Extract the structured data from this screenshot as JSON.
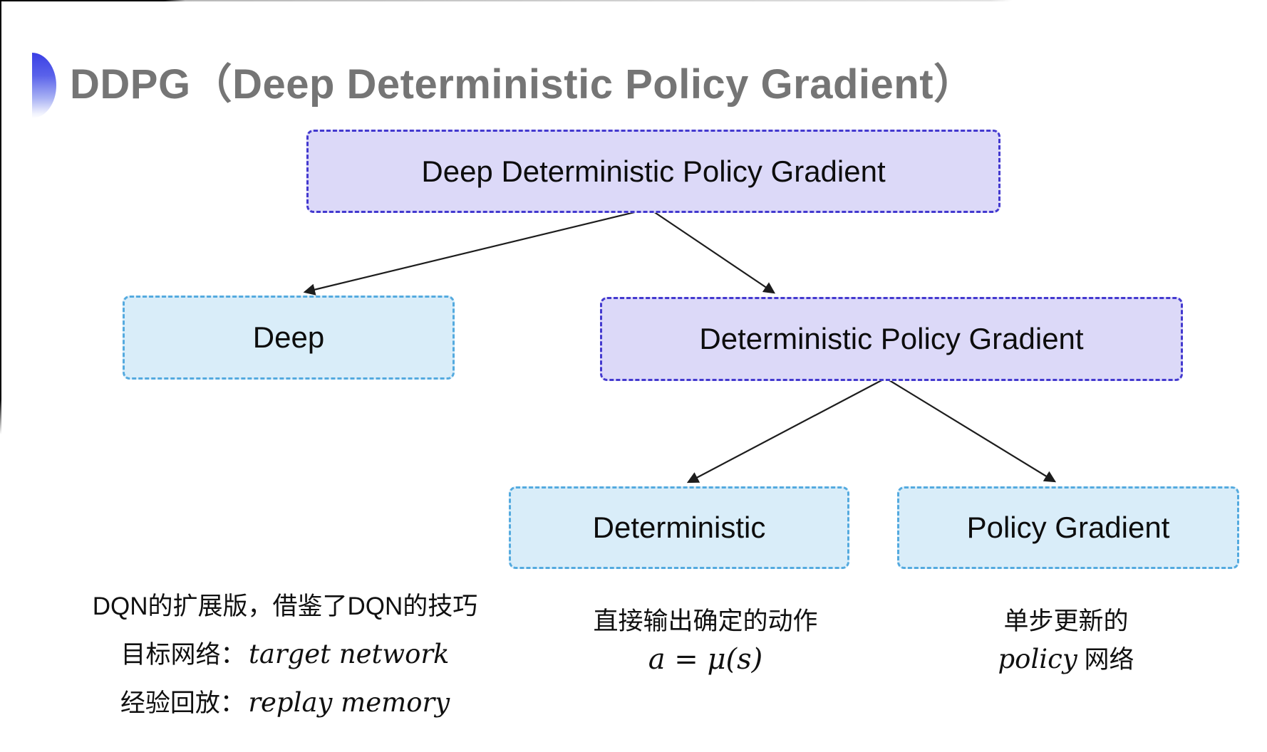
{
  "header": {
    "title": "DDPG（Deep Deterministic Policy Gradient）"
  },
  "colors": {
    "title_gray": "#757575",
    "purple_fill": "#dcd9f8",
    "purple_border": "#4339cf",
    "cyan_fill": "#d9edf9",
    "cyan_border": "#54aadf",
    "bullet_blue": "#3a3fe5",
    "arrow": "#1d1d1d"
  },
  "tree": {
    "root": {
      "label": "Deep Deterministic Policy Gradient"
    },
    "deep": {
      "label": "Deep"
    },
    "dpg": {
      "label": "Deterministic Policy Gradient"
    },
    "deterministic": {
      "label": "Deterministic"
    },
    "policy_gradient": {
      "label": "Policy Gradient"
    }
  },
  "notes": {
    "deep": {
      "line1": "DQN的扩展版，借鉴了DQN的技巧",
      "line2_label": "目标网络：",
      "line2_term": "target network",
      "line3_label": "经验回放：",
      "line3_term": "replay memory"
    },
    "deterministic": {
      "line1": "直接输出确定的动作",
      "formula": "a = μ(s)"
    },
    "policy_gradient": {
      "line1": "单步更新的",
      "line2_term": "policy",
      "line2_rest": " 网络"
    }
  }
}
